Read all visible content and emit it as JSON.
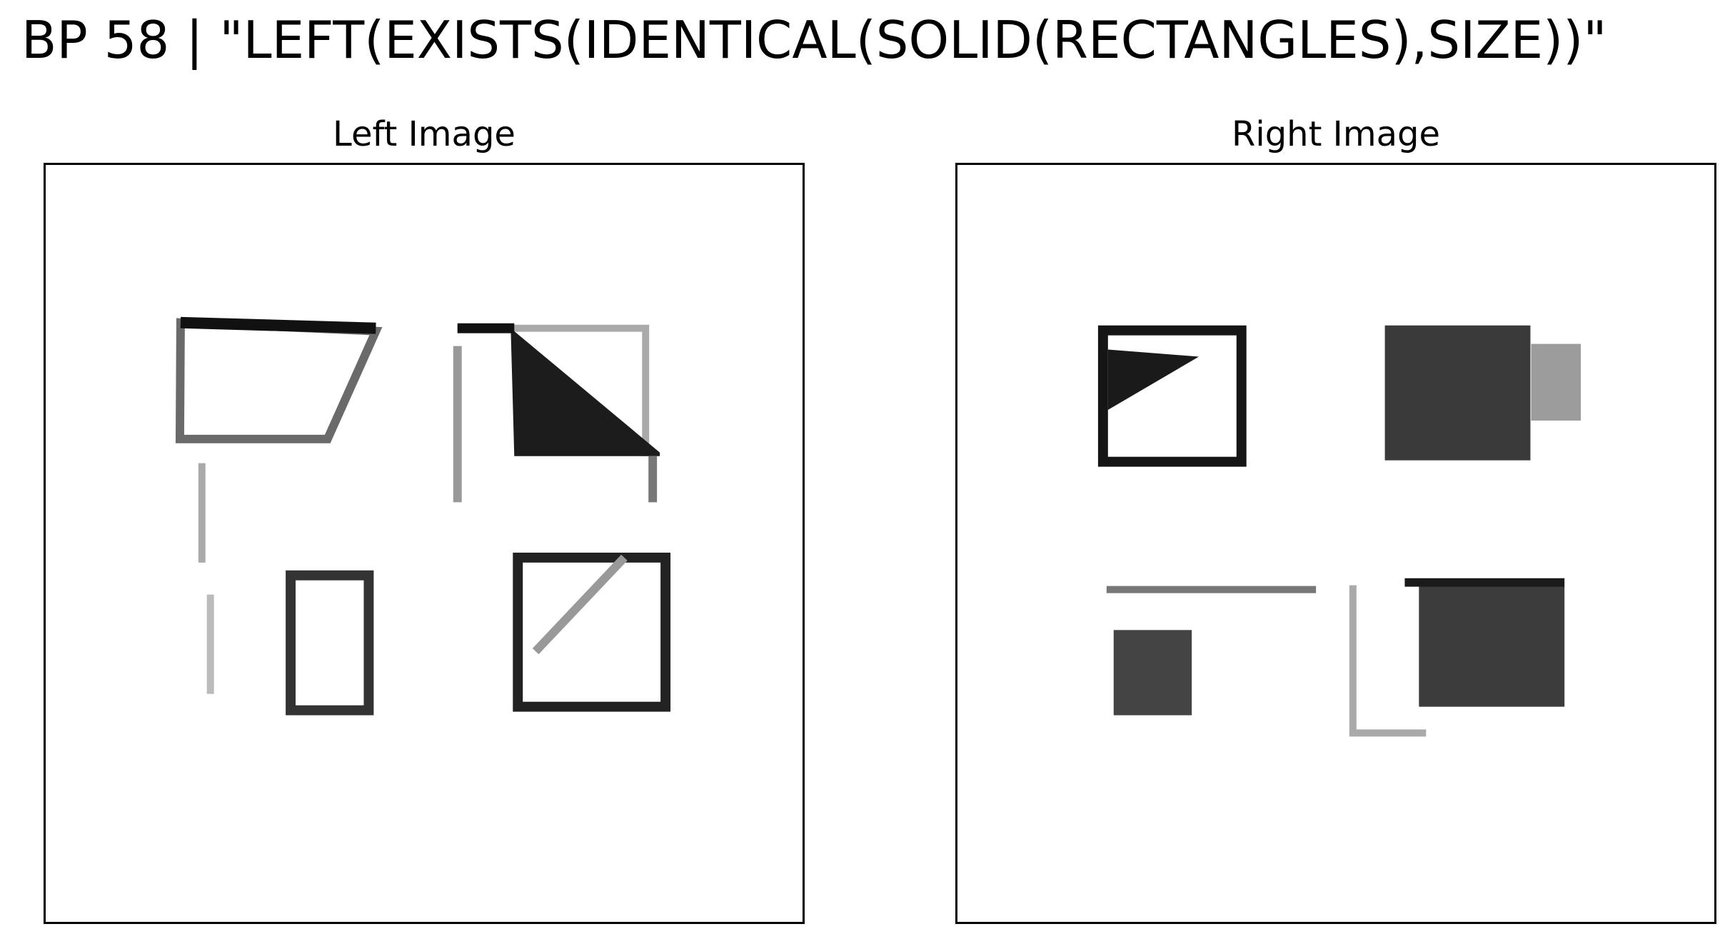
{
  "header": {
    "title": "BP 58 | \"LEFT(EXISTS(IDENTICAL(SOLID(RECTANGLES),SIZE))\""
  },
  "panels": {
    "left": {
      "title": "Left Image"
    },
    "right": {
      "title": "Right Image"
    }
  },
  "colors": {
    "stroke": "#1a1a1a",
    "solid_dark": "#2a2a2a",
    "solid_mid": "#3c3c3c",
    "light_gray": "#9a9a9a",
    "background": "#ffffff"
  }
}
